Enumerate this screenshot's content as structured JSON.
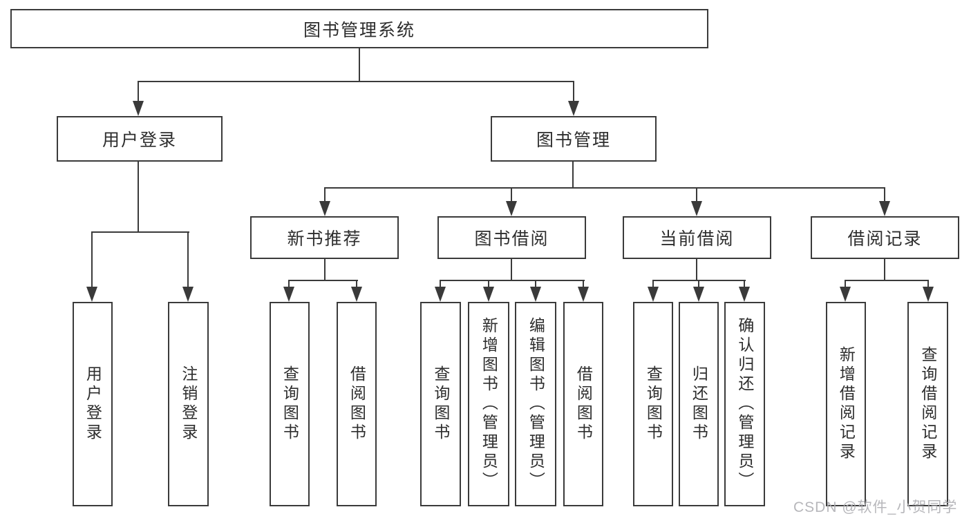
{
  "diagram": {
    "root": {
      "label": "图书管理系统"
    },
    "level2": [
      {
        "label": "用户登录"
      },
      {
        "label": "图书管理"
      }
    ],
    "level3": [
      {
        "label": "新书推荐"
      },
      {
        "label": "图书借阅"
      },
      {
        "label": "当前借阅"
      },
      {
        "label": "借阅记录"
      }
    ],
    "leaves_user_login": [
      {
        "label": "用户登录"
      },
      {
        "label": "注销登录"
      }
    ],
    "leaves_new_book": [
      {
        "label": "查询图书"
      },
      {
        "label": "借阅图书"
      }
    ],
    "leaves_book_borrow": [
      {
        "label": "查询图书"
      },
      {
        "label": "新增图书（管理员）"
      },
      {
        "label": "编辑图书（管理员）"
      },
      {
        "label": "借阅图书"
      }
    ],
    "leaves_current_borrow": [
      {
        "label": "查询图书"
      },
      {
        "label": "归还图书"
      },
      {
        "label": "确认归还（管理员）"
      }
    ],
    "leaves_borrow_records": [
      {
        "label": "新增借阅记录"
      },
      {
        "label": "查询借阅记录"
      }
    ]
  },
  "watermark": {
    "text": "CSDN @软件_小贺同学"
  },
  "colors": {
    "line": "#3a3a3a",
    "text": "#2d2d2d",
    "watermark": "#afafb4",
    "background": "#ffffff"
  }
}
